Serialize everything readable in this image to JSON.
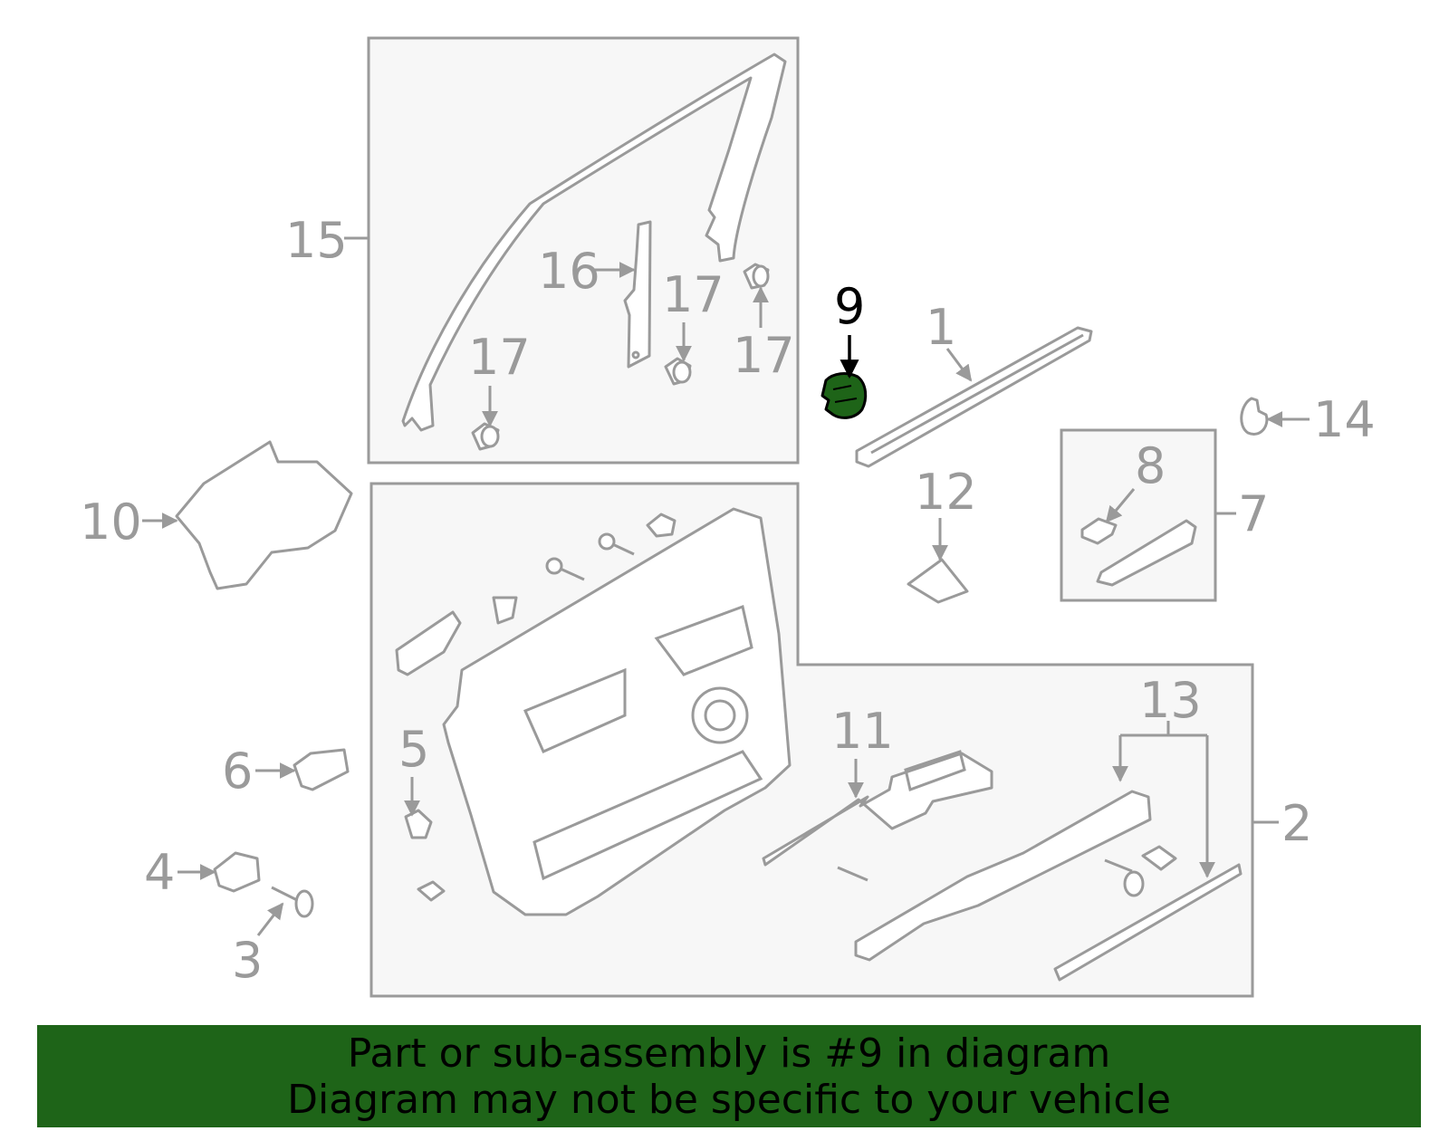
{
  "highlight_color": "#1e6418",
  "line_color": "#9a9a9a",
  "callouts": {
    "n1": "1",
    "n2": "2",
    "n3": "3",
    "n4": "4",
    "n5": "5",
    "n6": "6",
    "n7": "7",
    "n8": "8",
    "n9": "9",
    "n10": "10",
    "n11": "11",
    "n12": "12",
    "n13": "13",
    "n14": "14",
    "n15": "15",
    "n16": "16",
    "n17a": "17",
    "n17b": "17",
    "n17c": "17"
  },
  "highlighted_part": "9",
  "banner": {
    "line1": "Part or sub-assembly is #9 in diagram",
    "line2": "Diagram may not be specific to your vehicle"
  }
}
